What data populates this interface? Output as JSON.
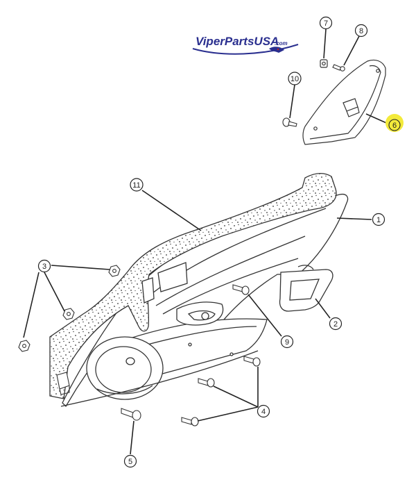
{
  "logo": {
    "brand": "ViperPartsUSA",
    "suffix": ".com",
    "colors": {
      "brand": "#2a2f8f",
      "swoosh": "#2a2f8f",
      "accent": "#c02020"
    }
  },
  "callouts": {
    "c1": "1",
    "c2": "2",
    "c3": "3",
    "c4": "4",
    "c5": "5",
    "c6": "6",
    "c7": "7",
    "c8": "8",
    "c9": "9",
    "c10": "10",
    "c11": "11"
  },
  "highlight": {
    "color": "#f3ea3a"
  },
  "ink": "#333333"
}
